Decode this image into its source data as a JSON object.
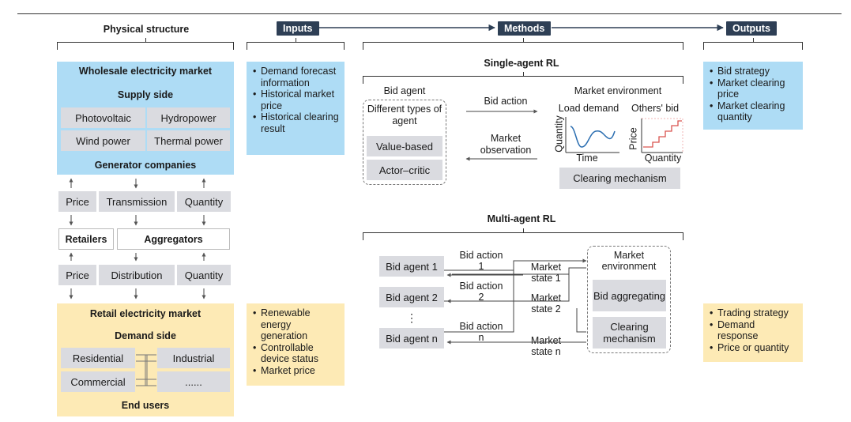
{
  "headers": {
    "physical": "Physical structure",
    "inputs": "Inputs",
    "methods": "Methods",
    "outputs": "Outputs"
  },
  "physical": {
    "wholesale_title": "Wholesale electricity market",
    "supply_side": "Supply side",
    "sources": [
      "Photovoltaic",
      "Hydropower",
      "Wind power",
      "Thermal power"
    ],
    "generator_companies": "Generator companies",
    "upper_row": [
      "Price",
      "Transmission",
      "Quantity"
    ],
    "retailers": "Retailers",
    "aggregators": "Aggregators",
    "lower_row": [
      "Price",
      "Distribution",
      "Quantity"
    ],
    "retail_title": "Retail electricity market",
    "demand_side": "Demand side",
    "consumers": [
      "Residential",
      "Industrial",
      "Commercial",
      "......"
    ],
    "end_users": "End users"
  },
  "inputs": {
    "wholesale": [
      "Demand forecast information",
      "Historical market price",
      "Historical clearing result"
    ],
    "retail": [
      "Renewable energy generation",
      "Controllable device status",
      "Market price"
    ]
  },
  "single_agent": {
    "title": "Single-agent RL",
    "bid_agent": "Bid agent",
    "agent_types": "Different types of agent",
    "value_based": "Value-based",
    "actor_critic": "Actor–critic",
    "bid_action": "Bid action",
    "market_observation": "Market observation",
    "market_environment": "Market environment",
    "load_demand": "Load demand",
    "others_bid": "Others' bid",
    "quantity_axis": "Quantity",
    "time_axis": "Time",
    "price_axis": "Price",
    "quantity_axis2": "Quantity",
    "clearing_mechanism": "Clearing mechanism"
  },
  "multi_agent": {
    "title": "Multi-agent RL",
    "agents": [
      "Bid agent 1",
      "Bid agent 2",
      "Bid agent n"
    ],
    "dots": "⋮",
    "bid_actions": [
      "Bid action 1",
      "Bid action 2",
      "Bid action n"
    ],
    "market_states": [
      "Market state 1",
      "Market state 2",
      "Market state n"
    ],
    "market_environment": "Market environment",
    "bid_aggregating": "Bid aggregating",
    "clearing_mechanism": "Clearing mechanism"
  },
  "outputs": {
    "wholesale": [
      "Bid strategy",
      "Market clearing price",
      "Market clearing quantity"
    ],
    "retail": [
      "Trading strategy",
      "Demand response",
      "Price or quantity"
    ]
  },
  "colors": {
    "blue": "#aedcf5",
    "yellow": "#fdeab5",
    "gray": "#dadbe0",
    "navy": "#2e3f55",
    "arrow": "#2e3f55"
  }
}
